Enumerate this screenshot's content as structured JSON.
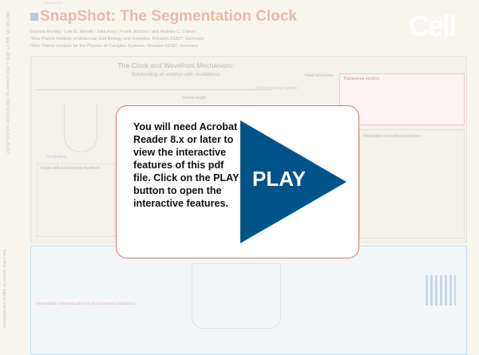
{
  "document": {
    "title": "SnapShot: The Segmentation Clock",
    "badge": "ENHANCED",
    "authors": "Daniela Roellig,¹ Luis G. Morelli,¹ Saúl Ares,² Frank Jülicher,² and Andrew C. Oates¹",
    "affiliation_1": "¹Max Planck Institute of Molecular Cell Biology and Genetics, Dresden 01307, Germany",
    "affiliation_2": "²Max Planck Institute for the Physics of Complex Systems, Dresden 01187, Germany",
    "journal_logo": "Cell",
    "citation": "000  Cell 145, May 27, 2011 ©2011 Elsevier Inc.  DOI 10.1016/j.cell.2011.05.027",
    "citation_2": "See online version for legend and references.",
    "section_title": "The Clock and Wavefront Mechanism:",
    "section_subtitle": "Subdividing an embryo with oscillations",
    "transverse_label": "Transverse section",
    "labels": {
      "head": "Head structures",
      "central": "Central nervous system",
      "somite_length": "Somite length",
      "oscillations": "Oscillations",
      "regulation": "Regulation of somite boundaries",
      "single_cell": "Single-cell oscillators by feedback",
      "intercellular": "Intercellular communication for synchronized oscillations"
    }
  },
  "overlay": {
    "message": "You will need Acrobat Reader 8.x or later to view the interactive features of this pdf file. Click on the PLAY button to open the interactive features.",
    "play_label": "PLAY",
    "play_color": "#00548a",
    "border_color": "#c77a6e"
  }
}
